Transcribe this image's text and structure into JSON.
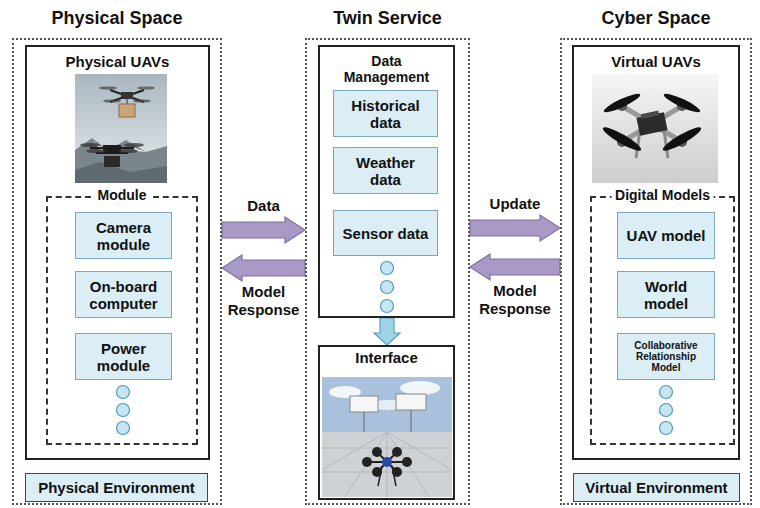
{
  "diagram": {
    "nodes": [
      {
        "text": [
          "Physical Space"
        ]
      },
      {
        "text": [
          "Physical UAVs"
        ],
        "in": 0
      },
      {
        "text": [
          "Module"
        ],
        "in": 1
      },
      {
        "text": [
          "Camera module"
        ],
        "in": 2
      },
      {
        "text": [
          "On-board computer"
        ],
        "in": 2
      },
      {
        "text": [
          "Power module"
        ],
        "in": 2
      },
      {
        "text": [
          "Physical Environment"
        ],
        "in": 0
      },
      {
        "text": [
          "Twin Service"
        ]
      },
      {
        "text": [
          "Data Management"
        ],
        "in": 7
      },
      {
        "text": [
          "Historical data"
        ],
        "in": 8
      },
      {
        "text": [
          "Weather data"
        ],
        "in": 8
      },
      {
        "text": [
          "Sensor data"
        ],
        "in": 8
      },
      {
        "text": [
          "Interface"
        ],
        "in": 7
      },
      {
        "text": [
          "Cyber Space"
        ]
      },
      {
        "text": [
          "Virtual UAVs"
        ],
        "in": 13
      },
      {
        "text": [
          "Digital Models"
        ],
        "in": 14
      },
      {
        "text": [
          "UAV model"
        ],
        "in": 15
      },
      {
        "text": [
          "World model"
        ],
        "in": 15
      },
      {
        "text": [
          "Collaborative Relationship Model"
        ],
        "in": 15
      },
      {
        "text": [
          "Virtual Environment"
        ],
        "in": 13
      }
    ],
    "edges": [
      {
        "from": 0,
        "to": 7,
        "arrow": "to",
        "label": "Data"
      },
      {
        "from": 7,
        "to": 0,
        "arrow": "to",
        "label": "Model Response"
      },
      {
        "from": 7,
        "to": 13,
        "arrow": "to",
        "label": "Update"
      },
      {
        "from": 13,
        "to": 7,
        "arrow": "to",
        "label": "Model Response"
      },
      {
        "from": 8,
        "to": 12,
        "arrow": "to"
      }
    ]
  }
}
